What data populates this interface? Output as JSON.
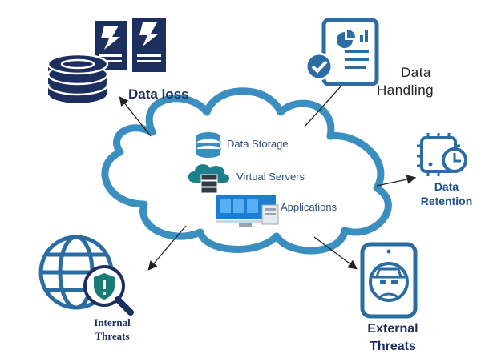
{
  "cloud": {
    "items": [
      {
        "label": "Data Storage",
        "icon": "database-icon"
      },
      {
        "label": "Virtual Servers",
        "icon": "cloud-server-icon"
      },
      {
        "label": "Applications",
        "icon": "devices-icon"
      }
    ]
  },
  "nodes": {
    "data_loss": {
      "label": "Data loss",
      "icon": "database-documents-icon"
    },
    "data_handling": {
      "line1": "Data",
      "line2": "Handling",
      "icon": "report-document-icon"
    },
    "data_retention": {
      "line1": "Data",
      "line2": "Retention",
      "icon": "chip-clock-icon"
    },
    "internal_threats": {
      "line1": "Internal",
      "line2": "Threats",
      "icon": "globe-shield-icon"
    },
    "external_threats": {
      "line1": "External",
      "line2": "Threats",
      "icon": "phone-hacker-icon"
    }
  },
  "colors": {
    "navy": "#1d2f5e",
    "blue": "#2b6ca3",
    "cloud_outline": "#3a8fc0",
    "text_dark": "#1d2f5e"
  }
}
